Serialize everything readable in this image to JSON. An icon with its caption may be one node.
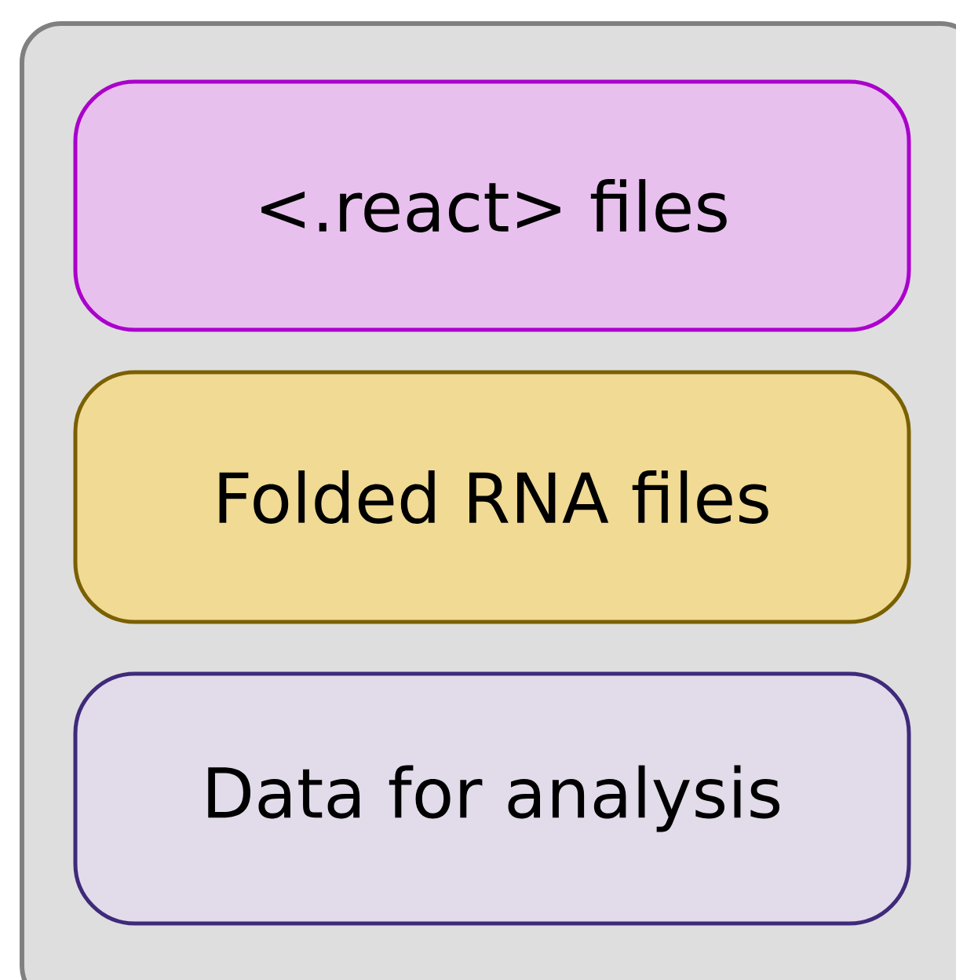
{
  "diagram": {
    "nodes": [
      {
        "text": [],
        "shape": "box"
      },
      {
        "text": [
          "<.react> files"
        ],
        "in": 0
      },
      {
        "text": [
          "Folded RNA files"
        ],
        "in": 0
      },
      {
        "text": [
          "Data for analysis"
        ],
        "in": 0
      }
    ]
  }
}
